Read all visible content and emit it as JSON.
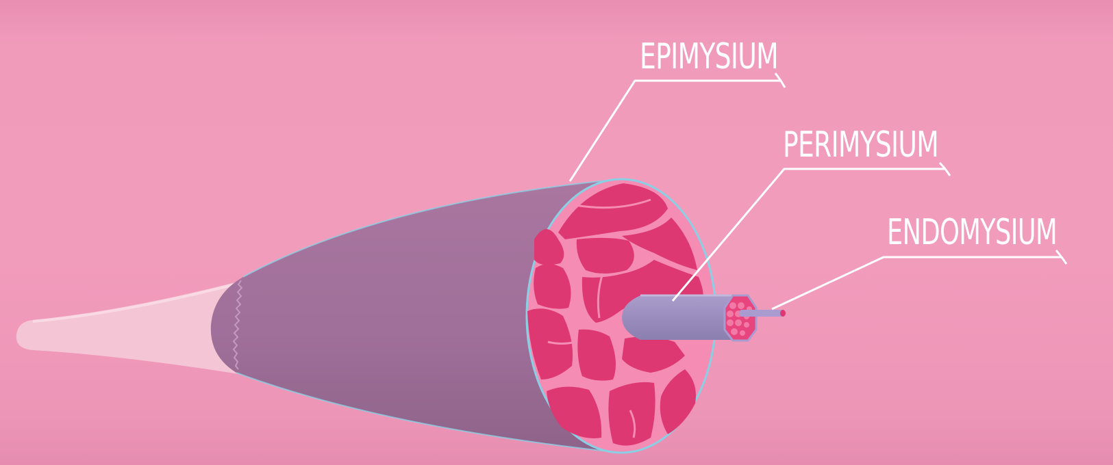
{
  "labels": {
    "epimysium": "EPIMYSIUM",
    "perimysium": "PERIMYSIUM",
    "endomysium": "ENDOMYSIUM"
  },
  "colors": {
    "background": "#f29cbc",
    "tendon": "#f4c7d6",
    "muscle_outer": "#a3739d",
    "muscle_cut": "#dd3872",
    "cell_border": "#f58cb4",
    "membrane_edge": "#8ad0e4",
    "fascicle": "#9a8cba",
    "fiber": "#e8457f",
    "callout_line": "#ffffff"
  }
}
